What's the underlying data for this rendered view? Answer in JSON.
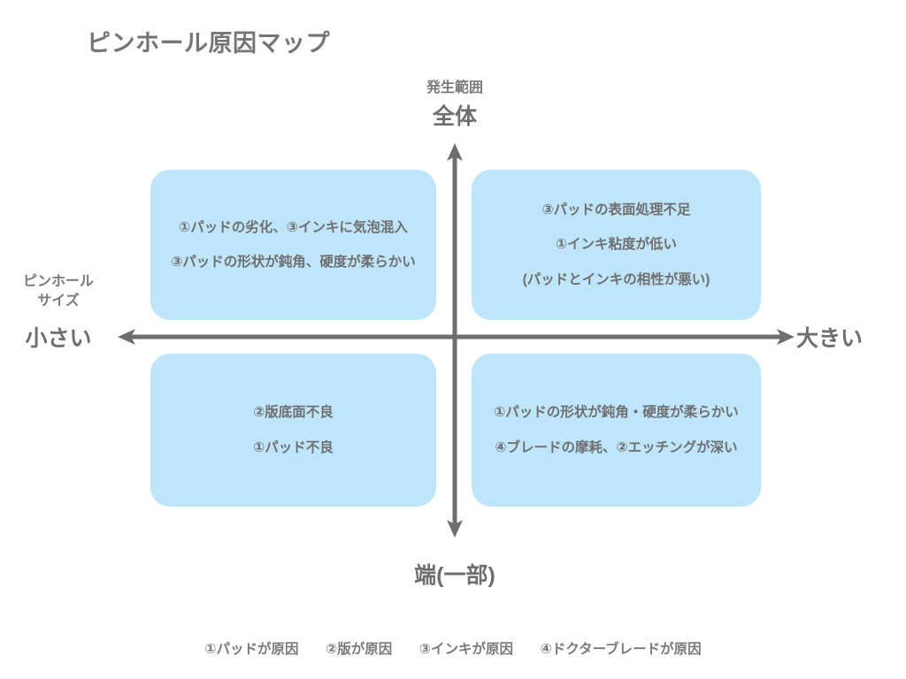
{
  "title": "ピンホール原因マップ",
  "colors": {
    "quadrant_fill": "#bfe5fb",
    "text_gray": "#6f6f6f",
    "axis_gray": "#6e6e6e",
    "title_gray": "#757575",
    "background": "#ffffff"
  },
  "axes": {
    "vertical": {
      "caption": "発生範囲",
      "top_pole": "全体",
      "bottom_pole": "端(一部)"
    },
    "horizontal": {
      "caption_line1": "ピンホール",
      "caption_line2": "サイズ",
      "left_pole": "小さい",
      "right_pole": "大きい"
    }
  },
  "quadrants": {
    "top_left": {
      "lines": [
        "①パッドの劣化、③インキに気泡混入",
        "③パッドの形状が鈍角、硬度が柔らかい"
      ]
    },
    "top_right": {
      "lines": [
        "③パッドの表面処理不足",
        "①インキ粘度が低い",
        "(パッドとインキの相性が悪い)"
      ]
    },
    "bottom_left": {
      "lines": [
        "②版底面不良",
        "①パッド不良"
      ]
    },
    "bottom_right": {
      "lines": [
        "①パッドの形状が鈍角・硬度が柔らかい",
        "④ブレードの摩耗、②エッチングが深い"
      ]
    }
  },
  "legend": {
    "items": [
      "①パッドが原因",
      "②版が原因",
      "③インキが原因",
      "④ドクターブレードが原因"
    ]
  }
}
